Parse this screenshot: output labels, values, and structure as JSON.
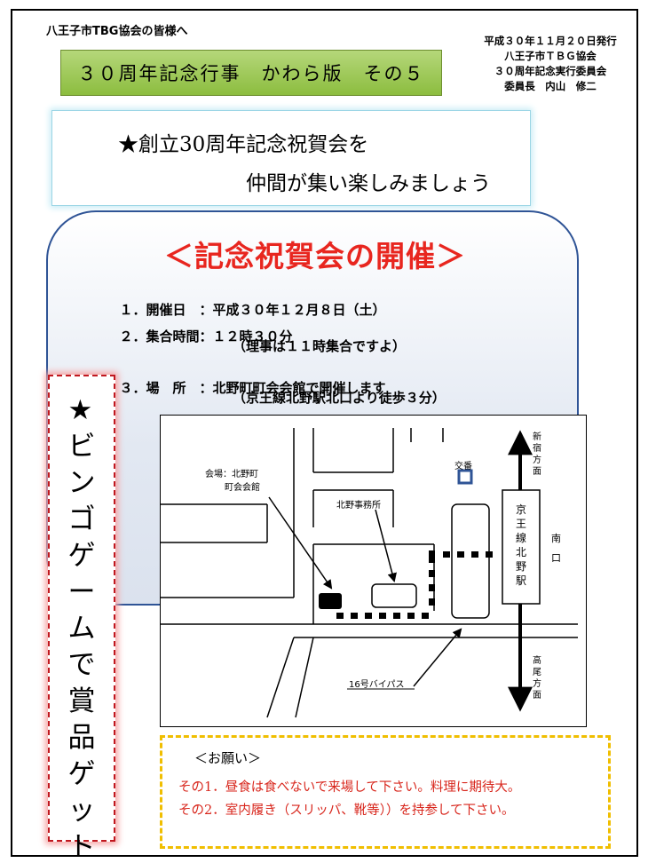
{
  "header": {
    "greeting": "八王子市TBG協会の皆様へ",
    "issue_lines": [
      "平成３０年１１月２０日発行",
      "八王子市ＴＢＧ協会",
      "３０周年記念実行委員会",
      "委員長　内山　修二"
    ],
    "banner": "３０周年記念行事　かわら版　その５"
  },
  "headline": {
    "line1": "★創立30周年記念祝賀会を",
    "line2": "仲間が集い楽しみましょう"
  },
  "party": {
    "title": "＜記念祝賀会の開催＞",
    "items": [
      {
        "num": "１．",
        "label": "開催日　：",
        "value": "平成３０年１２月８日（土）"
      },
      {
        "num": "２．",
        "label": "集合時間：",
        "value": "１２時３０分"
      },
      {
        "note": "（理事は１１時集合ですよ）"
      },
      {
        "num": "３．",
        "label": "場　所　：",
        "value": "北野町町会会館で開催します"
      },
      {
        "note": "（京王線北野駅北口より徒歩３分）"
      }
    ]
  },
  "map": {
    "venue_label": [
      "会場：北野町",
      "町会会館"
    ],
    "office_label": "北野事務所",
    "koban_label": "交番",
    "station_label": "京王線北野駅",
    "south_exit_label": "南口",
    "north_direction": "新宿方面",
    "south_direction": "高尾方面",
    "bypass_label": "16号バイパス"
  },
  "bingo": {
    "text": "★ビンゴゲームで賞品ゲット"
  },
  "notice": {
    "heading": "＜お願い＞",
    "items": [
      "その1．昼食は食べないで来場して下さい。料理に期待大。",
      "その2．室内履き（スリッパ、靴等））を持参して下さい。"
    ]
  },
  "colors": {
    "banner_green": "#9cc854",
    "title_red": "#e8261f",
    "notice_red": "#d8261c",
    "notice_border": "#f0be00",
    "panel_border": "#2f5496"
  }
}
